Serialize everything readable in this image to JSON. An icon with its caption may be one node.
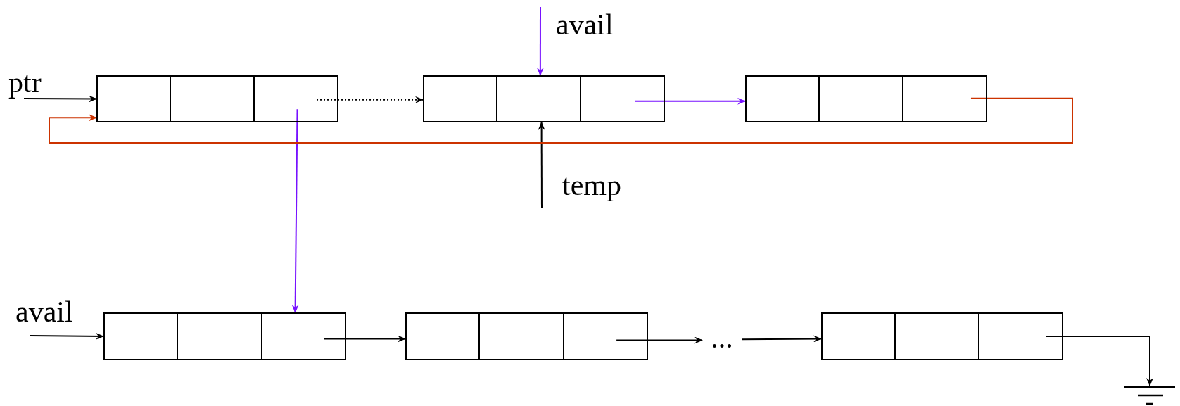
{
  "diagram": {
    "nodes": [
      {
        "text": [],
        "shape": "box"
      },
      {
        "text": [],
        "shape": "box"
      },
      {
        "text": [],
        "shape": "box"
      },
      {
        "text": [],
        "shape": "box"
      },
      {
        "text": [],
        "shape": "box"
      },
      {
        "text": [
          "..."
        ]
      },
      {
        "text": [],
        "shape": "box"
      },
      {
        "text": [],
        "shape": "ground"
      }
    ],
    "edges": [
      {
        "from": null,
        "to": 0,
        "arrow": "to",
        "label": "ptr"
      },
      {
        "from": 0,
        "to": 1,
        "arrow": "to",
        "style": "dashed"
      },
      {
        "from": 0,
        "to": 3,
        "arrow": "to",
        "color": "#7711ff"
      },
      {
        "from": null,
        "to": 1,
        "arrow": "to",
        "label": "avail",
        "color": "#7711ff"
      },
      {
        "from": null,
        "to": 1,
        "arrow": "to",
        "label": "temp"
      },
      {
        "from": 1,
        "to": 2,
        "arrow": "to",
        "color": "#7711ff"
      },
      {
        "from": 2,
        "to": 0,
        "arrow": "to",
        "color": "#cc3300"
      },
      {
        "from": null,
        "to": 3,
        "arrow": "to",
        "label": "avail"
      },
      {
        "from": 3,
        "to": 4,
        "arrow": "to"
      },
      {
        "from": 4,
        "to": 5,
        "arrow": "to"
      },
      {
        "from": 5,
        "to": 6,
        "arrow": "to"
      },
      {
        "from": 6,
        "to": 7,
        "arrow": "to"
      }
    ]
  }
}
